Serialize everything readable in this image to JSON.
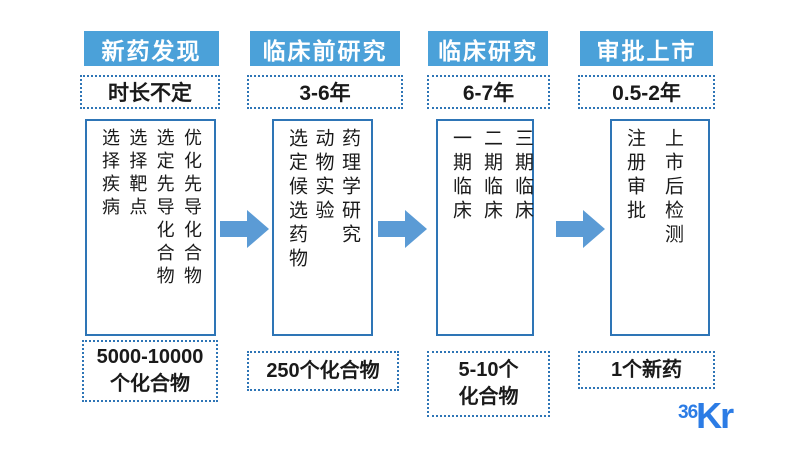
{
  "colors": {
    "header_fill": "#4ba1d9",
    "box_border": "#2e75b6",
    "arrow_fill": "#5b9bd5",
    "logo_blue": "#2c7ce5",
    "text": "#1a1a1a"
  },
  "stages": [
    {
      "title": "新药发现",
      "duration": "时长不定",
      "steps": [
        "选择疾病",
        "选择靶点",
        "选定先导化合物",
        "优化先导化合物"
      ],
      "output": [
        "5000-10000",
        "个化合物"
      ]
    },
    {
      "title": "临床前研究",
      "duration": "3-6年",
      "steps": [
        "选定候选药物",
        "动物实验",
        "药理学研究"
      ],
      "output": [
        "250个化合物"
      ]
    },
    {
      "title": "临床研究",
      "duration": "6-7年",
      "steps": [
        "一期临床",
        "二期临床",
        "三期临床"
      ],
      "output": [
        "5-10个",
        "化合物"
      ]
    },
    {
      "title": "审批上市",
      "duration": "0.5-2年",
      "steps": [
        "注册审批",
        "上市后检测"
      ],
      "output": [
        "1个新药"
      ]
    }
  ],
  "logo": {
    "small": "36",
    "large": "Kr"
  }
}
